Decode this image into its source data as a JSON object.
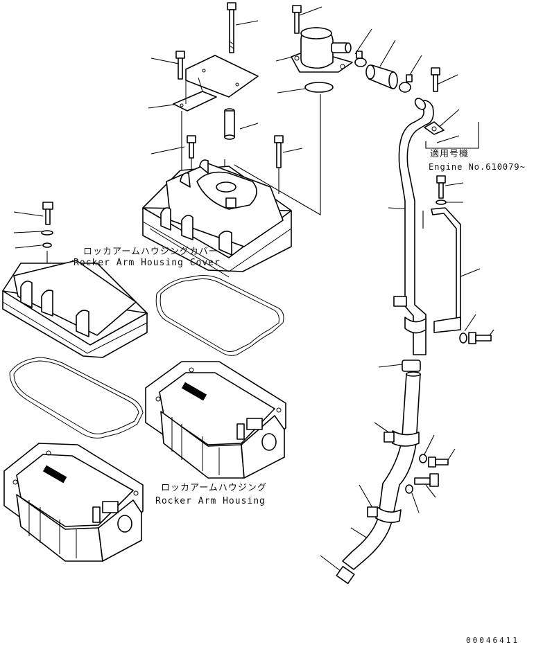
{
  "labels": {
    "rocker_cover_jp": "ロッカアームハウジングカバー",
    "rocker_cover_en": "Rocker Arm Housing Cover",
    "rocker_housing_jp": "ロッカアームハウジング",
    "rocker_housing_en": "Rocker Arm Housing",
    "applicable_jp": "適用号機",
    "engine_no": "Engine No.610079~",
    "drawing_number": "00046411"
  }
}
